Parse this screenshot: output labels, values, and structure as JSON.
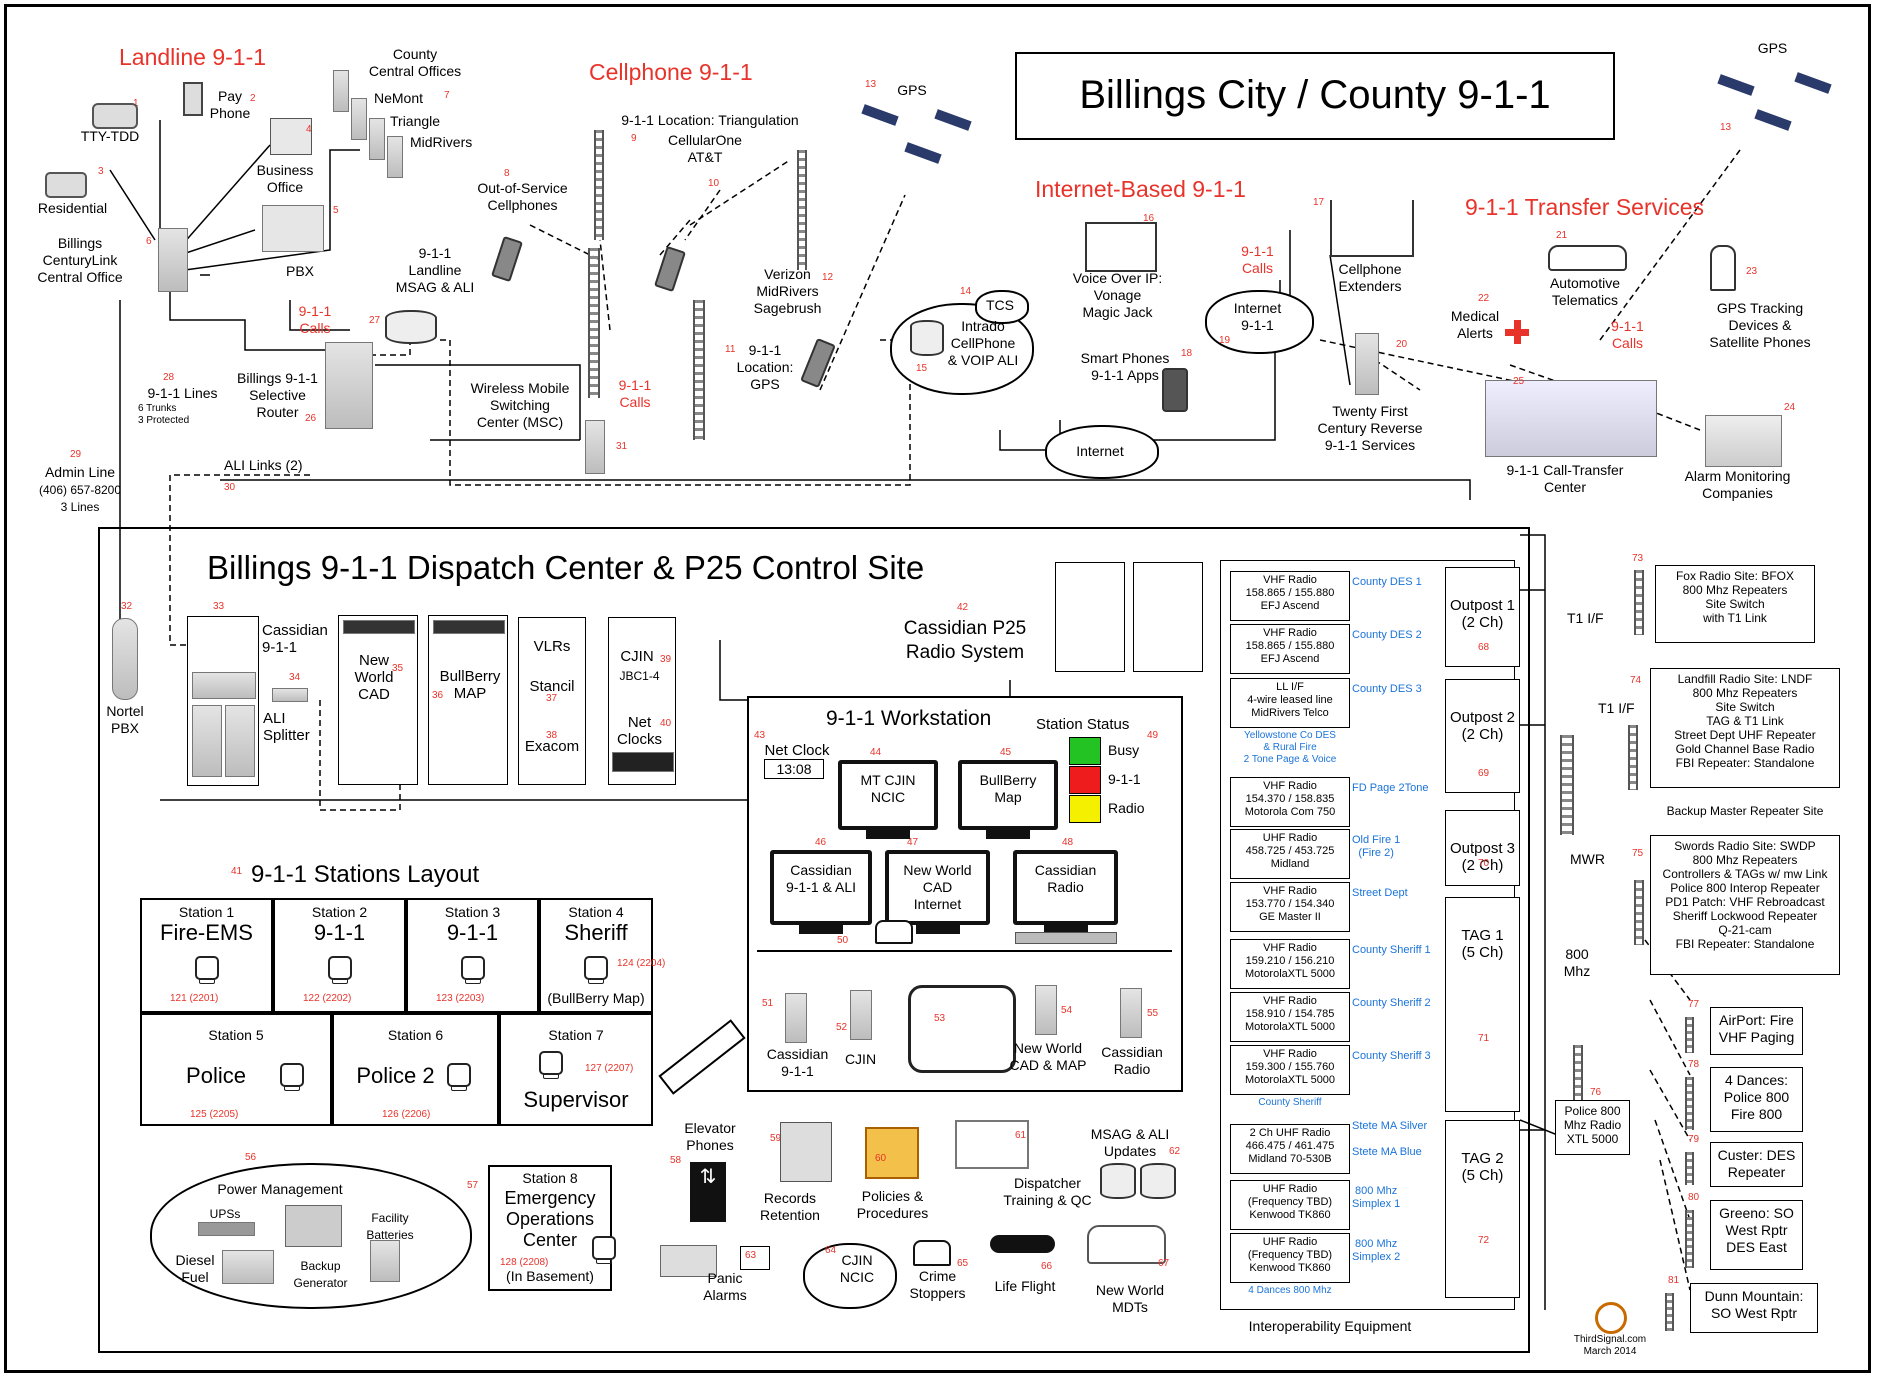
{
  "title": "Billings City / County 9-1-1",
  "landline": {
    "heading": "Landline 9-1-1",
    "tty": "TTY-TDD",
    "pay_phone": "Pay\nPhone",
    "business": "Business\nOffice",
    "residential": "Residential",
    "pbx": "PBX",
    "centurylink": "Billings\nCenturyLink\nCentral Office",
    "county_offices": "County\nCentral Offices",
    "nemont": "NeMont",
    "triangle": "Triangle",
    "midrivers": "MidRivers",
    "calls": "9-1-1\nCalls",
    "msag": "9-1-1\nLandline\nMSAG & ALI",
    "router": "Billings 9-1-1\nSelective\nRouter",
    "lines": "9-1-1 Lines",
    "trunks": "6 Trunks\n3 Protected",
    "admin_line": "Admin Line",
    "admin_phone": "(406) 657-8200",
    "admin_count": "3 Lines",
    "ali_links": "ALI Links (2)"
  },
  "cellphone": {
    "heading": "Cellphone 9-1-1",
    "triangulation": "9-1-1 Location: Triangulation",
    "carriers1": "CellularOne\nAT&T",
    "out_of_service": "Out-of-Service\nCellphones",
    "verizon": "Verizon\nMidRivers\nSagebrush",
    "gps_location": "9-1-1\nLocation:\nGPS",
    "msc": "Wireless Mobile\nSwitching\nCenter (MSC)",
    "calls": "9-1-1\nCalls",
    "gps": "GPS",
    "tcs": "TCS",
    "intrado": "Intrado\nCellPhone\n& VOIP ALI"
  },
  "internet": {
    "heading": "Internet-Based 9-1-1",
    "voip": "Voice Over IP:\nVonage\nMagic Jack",
    "calls": "9-1-1\nCalls",
    "cloud": "Internet\n9-1-1",
    "extenders": "Cellphone\nExtenders",
    "smartphones": "Smart Phones\n9-1-1 Apps",
    "reverse": "Twenty First\nCentury Reverse\n9-1-1 Services",
    "internet": "Internet"
  },
  "transfer": {
    "heading": "9-1-1 Transfer Services",
    "gps": "GPS",
    "telematics": "Automotive\nTelematics",
    "medical": "Medical\nAlerts",
    "calls": "9-1-1\nCalls",
    "gps_tracking": "GPS Tracking\nDevices &\nSatellite Phones",
    "center": "9-1-1 Call-Transfer\nCenter",
    "alarm": "Alarm Monitoring\nCompanies"
  },
  "dispatch": {
    "heading": "Billings 9-1-1 Dispatch Center & P25 Control Site",
    "nortel": "Nortel\nPBX",
    "cassidian": "Cassidian\n9-1-1",
    "ali_splitter": "ALI\nSplitter",
    "new_world_cad": "New\nWorld\nCAD",
    "bullberry": "BullBerry\nMAP",
    "vlrs": "VLRs",
    "stancil": "Stancil",
    "exacom": "Exacom",
    "cjin": "CJIN",
    "jbc": "JBC1-4",
    "net_clocks": "Net\nClocks",
    "p25": "Cassidian P25\nRadio System",
    "workstation": "9-1-1 Workstation",
    "net_clock": "Net Clock",
    "clock_time": "13:08",
    "station_status": "Station Status",
    "status": [
      {
        "label": "Busy",
        "color": "#22c322"
      },
      {
        "label": "9-1-1",
        "color": "#ee1c1c"
      },
      {
        "label": "Radio",
        "color": "#f4f000"
      }
    ],
    "monitors": [
      "MT CJIN\nNCIC",
      "BullBerry\nMap",
      "Cassidian\n9-1-1 & ALI",
      "New World\nCAD\nInternet",
      "Cassidian\nRadio"
    ],
    "equip": {
      "cassidian": "Cassidian\n9-1-1",
      "cjin": "CJIN",
      "nwcad": "New World\nCAD & MAP",
      "radio": "Cassidian\nRadio"
    }
  },
  "stations_layout": {
    "heading": "9-1-1 Stations Layout",
    "stations": [
      {
        "name": "Station 1",
        "role": "Fire-EMS",
        "ext": "121 (2201)"
      },
      {
        "name": "Station 2",
        "role": "9-1-1",
        "ext": "122 (2202)"
      },
      {
        "name": "Station 3",
        "role": "9-1-1",
        "ext": "123 (2203)"
      },
      {
        "name": "Station 4",
        "role": "Sheriff",
        "ext": "124 (2204)",
        "note": "(BullBerry Map)"
      },
      {
        "name": "Station 5",
        "role": "Police",
        "ext": "125 (2205)"
      },
      {
        "name": "Station 6",
        "role": "Police 2",
        "ext": "126 (2206)"
      },
      {
        "name": "Station 7",
        "role": "Supervisor",
        "ext": "127 (2207)"
      }
    ],
    "station8": {
      "name": "Station 8",
      "role": "Emergency\nOperations\nCenter",
      "ext": "128 (2208)",
      "note": "(In Basement)"
    }
  },
  "facility": {
    "power": "Power Management",
    "ups": "UPSs",
    "batteries": "Facility\nBatteries",
    "diesel": "Diesel\nFuel",
    "generator": "Backup\nGenerator",
    "elevator": "Elevator\nPhones",
    "records": "Records\nRetention",
    "policies": "Policies &\nProcedures",
    "training": "Dispatcher\nTraining & QC",
    "msag": "MSAG & ALI\nUpdates",
    "panic": "Panic\nAlarms",
    "cjin_ncic": "CJIN\nNCIC",
    "crime": "Crime\nStoppers",
    "life_flight": "Life Flight",
    "mdts": "New World\nMDTs"
  },
  "interop": {
    "footer": "Interoperability Equipment",
    "radios": [
      {
        "text": "VHF Radio\n158.865 / 155.880\nEFJ Ascend",
        "ch": "County DES 1"
      },
      {
        "text": "VHF Radio\n158.865 / 155.880\nEFJ Ascend",
        "ch": "County DES 2"
      },
      {
        "text": "LL  I/F\n4-wire leased line\nMidRivers Telco",
        "ch": "County DES 3",
        "note": "Yellowstone Co DES\n& Rural Fire\n2 Tone Page & Voice"
      },
      {
        "text": "VHF Radio\n154.370 / 158.835\nMotorola Com 750",
        "ch": "FD Page 2Tone"
      },
      {
        "text": "UHF Radio\n458.725 / 453.725\nMidland",
        "ch": "Old Fire 1\n(Fire 2)"
      },
      {
        "text": "VHF Radio\n153.770 / 154.340\nGE Master II",
        "ch": "Street Dept"
      },
      {
        "text": "VHF Radio\n159.210 / 156.210\nMotorolaXTL 5000",
        "ch": "County Sheriff 1"
      },
      {
        "text": "VHF Radio\n158.910 / 154.785\nMotorolaXTL 5000",
        "ch": "County Sheriff 2"
      },
      {
        "text": "VHF Radio\n159.300 / 155.760\nMotorolaXTL 5000",
        "ch": "County Sheriff 3",
        "note": "County Sheriff"
      },
      {
        "text": "2 Ch UHF Radio\n466.475 / 461.475\nMidland 70-530B",
        "ch": "Stete MA Silver",
        "ch2": "Stete MA Blue"
      },
      {
        "text": "UHF Radio\n(Frequency TBD)\nKenwood TK860",
        "ch": "800 Mhz\nSimplex 1"
      },
      {
        "text": "UHF Radio\n(Frequency TBD)\nKenwood TK860",
        "ch": "800 Mhz\nSimplex 2",
        "note": "4 Dances 800 Mhz"
      }
    ],
    "outposts": [
      "Outpost 1\n(2 Ch)",
      "Outpost 2\n(2 Ch)",
      "Outpost 3\n(2 Ch)",
      "TAG 1\n(5 Ch)",
      "TAG 2\n(5 Ch)"
    ]
  },
  "sites": {
    "t1": "T1 I/F",
    "mwr": "MWR",
    "mhz": "800\nMhz",
    "police800": "Police 800\nMhz Radio\nXTL 5000",
    "fox": "Fox Radio Site: BFOX\n800 Mhz Repeaters\nSite Switch\nwith T1 Link",
    "landfill": "Landfill Radio Site: LNDF\n800 Mhz Repeaters\nSite Switch\nTAG & T1 Link\nStreet Dept UHF Repeater\nGold Channel Base Radio\nFBI Repeater: Standalone",
    "backup": "Backup Master Repeater Site",
    "swords": "Swords Radio Site: SWDP\n800 Mhz Repeaters\nControllers & TAGs w/ mw Link\nPolice 800 Interop Repeater\nPD1 Patch: VHF Rebroadcast\nSheriff Lockwood Repeater\nQ-21-cam\nFBI Repeater: Standalone",
    "airport": "AirPort: Fire\nVHF Paging",
    "dances": "4 Dances:\nPolice 800\nFire 800",
    "custer": "Custer: DES\nRepeater",
    "greeno": "Greeno: SO\nWest Rptr\nDES East",
    "dunn": "Dunn Mountain:\nSO West Rptr"
  },
  "credit": {
    "logo": "Third Signal",
    "site": "ThirdSignal.com",
    "date": "March 2014"
  }
}
